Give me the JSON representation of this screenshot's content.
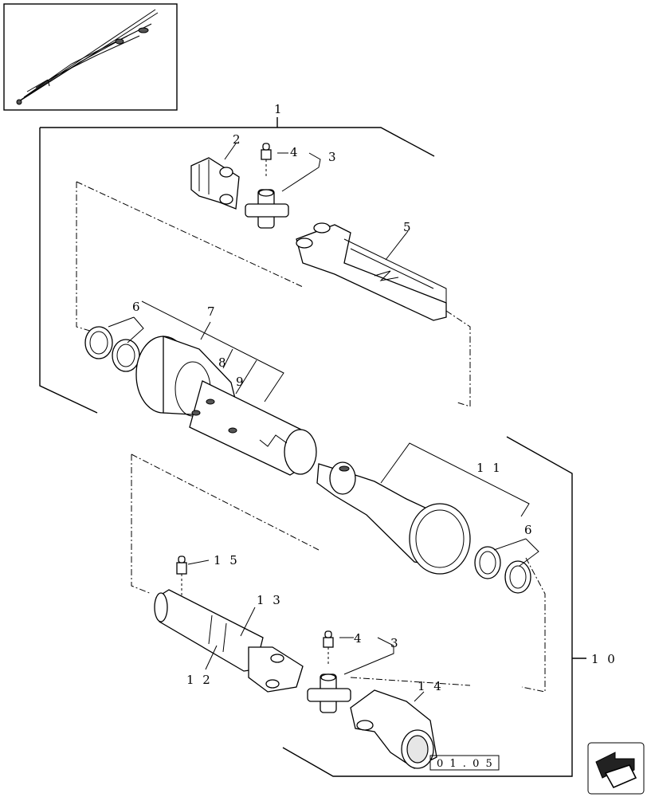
{
  "callouts": {
    "c1": "1",
    "c2": "2",
    "c3a": "3",
    "c4a": "4",
    "c5": "5",
    "c6a": "6",
    "c7": "7",
    "c8": "8",
    "c9": "9",
    "c10": "1 0",
    "c11": "1 1",
    "c6b": "6",
    "c15": "1 5",
    "c13": "1 3",
    "c12": "1 2",
    "c4b": "4",
    "c3b": "3",
    "c14": "1 4"
  },
  "page_code": "0 1 . 0 5",
  "icons": {
    "thumbnail": "assembly-overview-thumbnail",
    "nav": "navigation-arrow-icon"
  }
}
